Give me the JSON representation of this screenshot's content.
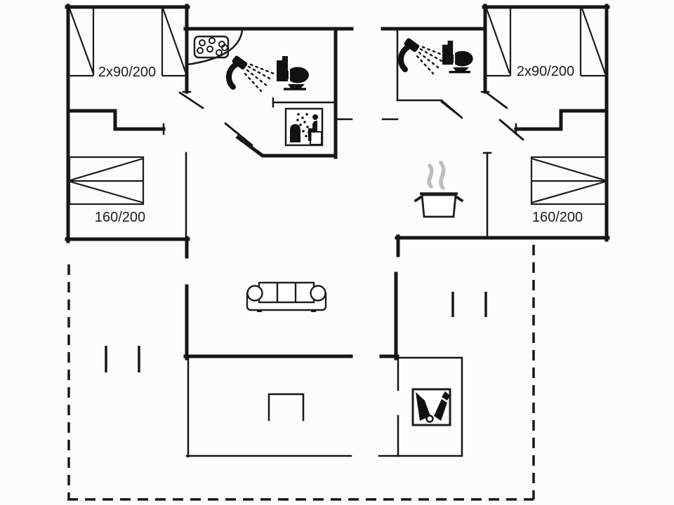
{
  "theme": {
    "background": "#fcfcfc",
    "wall_color": "#161616",
    "steam_color": "#bdbdbd",
    "label_color": "#1c1c1c"
  },
  "floorplan": {
    "rooms": {
      "bedroom_left": {
        "bed_label": "2x90/200"
      },
      "bedroom_right": {
        "bed_label": "2x90/200"
      },
      "double_bedroom_left": {
        "bed_label": "160/200"
      },
      "double_bedroom_right": {
        "bed_label": "160/200"
      }
    },
    "beds": {
      "single_beds": 4,
      "double_beds": 2
    },
    "icons": [
      "whirlpool-icon",
      "shower-icon",
      "toilet-icon",
      "sauna-icon",
      "cooking-pot-icon",
      "sofa-icon",
      "garden-tools-icon"
    ]
  }
}
